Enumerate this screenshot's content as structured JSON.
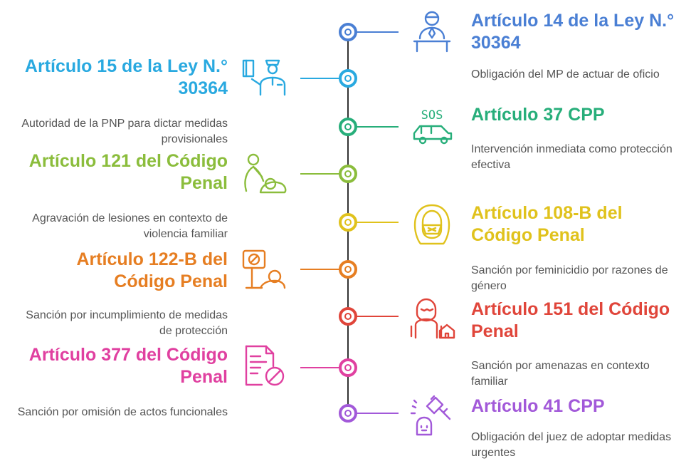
{
  "items": [
    {
      "side": "right",
      "title": "Artículo 14 de la Ley N.° 30364",
      "desc": "Obligación del MP de actuar de oficio",
      "color": "#4a7fd4",
      "icon": "prosecutor-icon"
    },
    {
      "side": "left",
      "title": "Artículo 15 de la Ley N.° 30364",
      "desc": "Autoridad de la PNP para dictar medidas provisionales",
      "color": "#29a9e0",
      "icon": "police-officer-icon"
    },
    {
      "side": "right",
      "title": "Artículo 37 CPP",
      "desc": "Intervención inmediata como protección efectiva",
      "color": "#27ae7a",
      "icon": "sos-car-icon"
    },
    {
      "side": "left",
      "title": "Artículo 121 del Código Penal",
      "desc": "Agravación de lesiones en contexto de violencia familiar",
      "color": "#8bbd3c",
      "icon": "injured-person-icon"
    },
    {
      "side": "right",
      "title": "Artículo 108-B del Código Penal",
      "desc": "Sanción por feminicidio por razones de género",
      "color": "#e0c21c",
      "icon": "woman-face-icon"
    },
    {
      "side": "left",
      "title": "Artículo 122-B del Código Penal",
      "desc": "Sanción por incumplimiento de medidas de protección",
      "color": "#e67e22",
      "icon": "prohibition-sign-icon"
    },
    {
      "side": "right",
      "title": "Artículo 151 del Código Penal",
      "desc": "Sanción por amenazas en contexto familiar",
      "color": "#e0453a",
      "icon": "threat-at-home-icon"
    },
    {
      "side": "left",
      "title": "Artículo 377 del Código Penal",
      "desc": "Sanción por omisión de actos funcionales",
      "color": "#e040a0",
      "icon": "forbidden-document-icon"
    },
    {
      "side": "right",
      "title": "Artículo 41 CPP",
      "desc": "Obligación del juez de adoptar medidas urgentes",
      "color": "#a259d9",
      "icon": "judge-gavel-icon"
    }
  ]
}
